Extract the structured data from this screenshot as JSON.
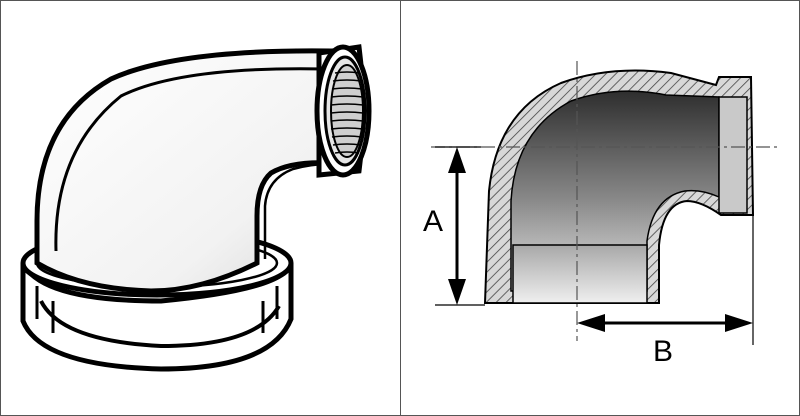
{
  "figure": {
    "left_panel": {
      "subject": "elbow-fitting-3d-view"
    },
    "right_panel": {
      "subject": "elbow-fitting-cross-section",
      "dimension_a_label": "A",
      "dimension_b_label": "B"
    }
  }
}
